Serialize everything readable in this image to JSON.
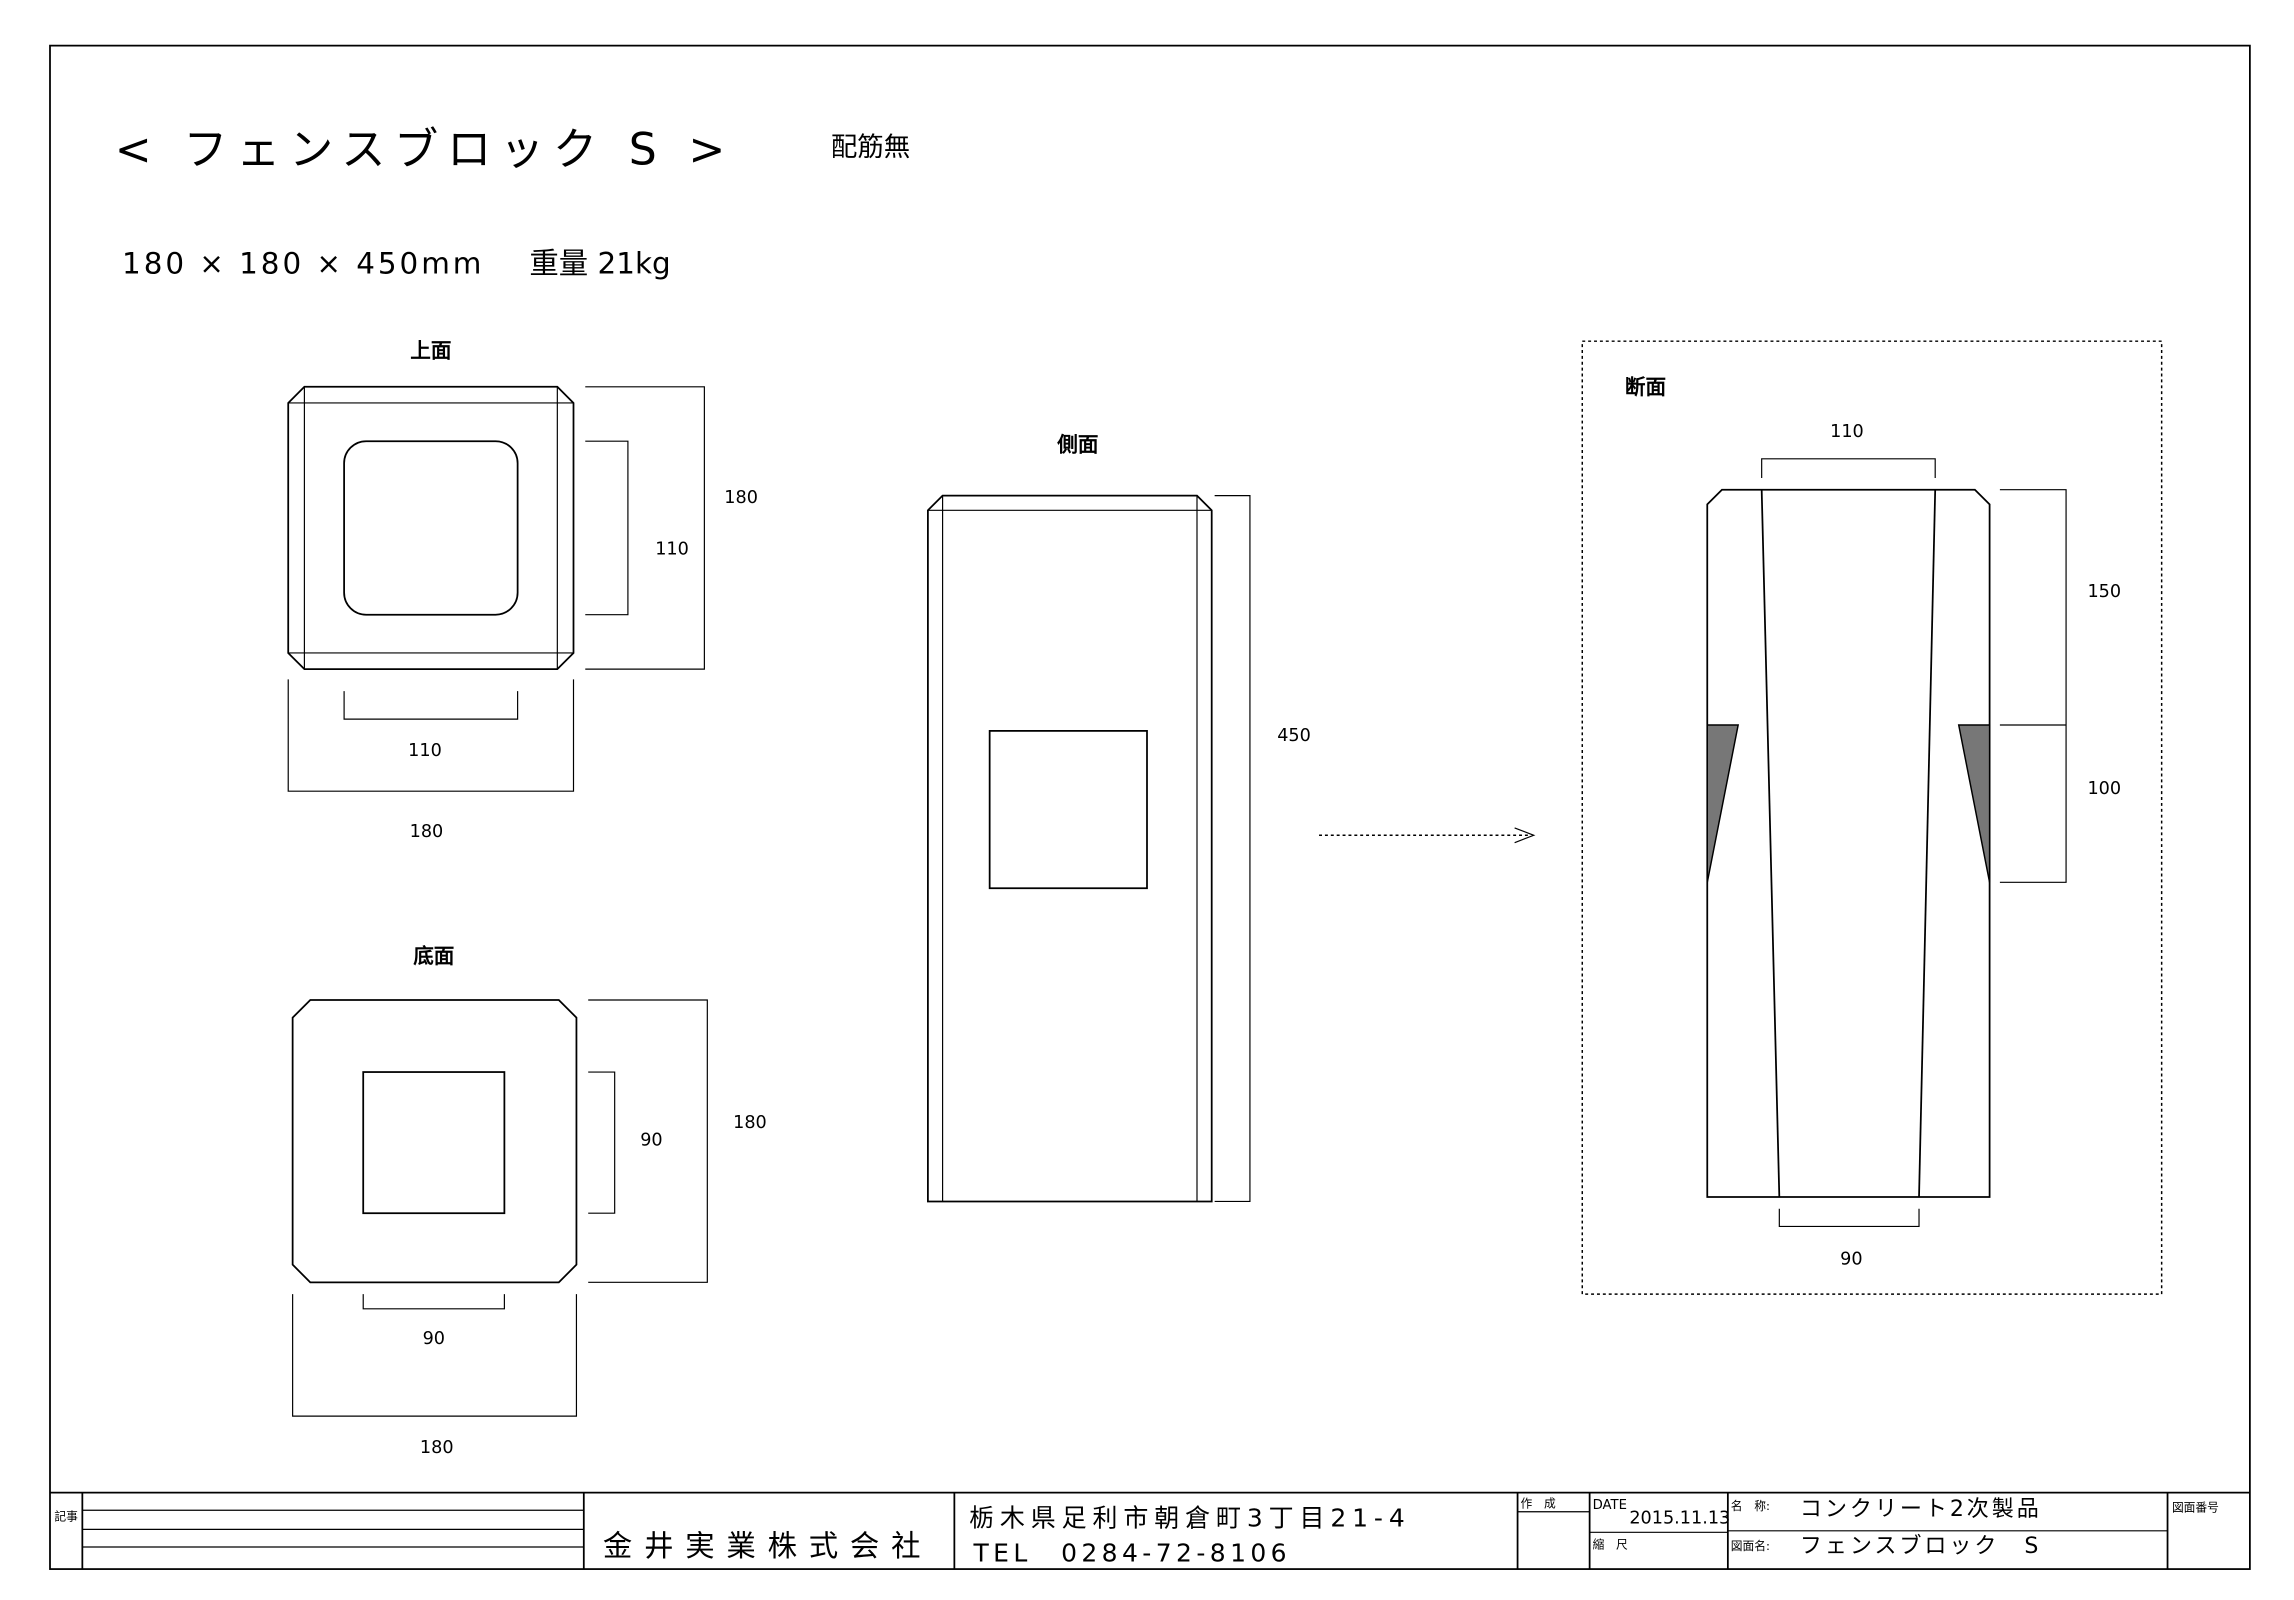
{
  "header": {
    "title": "< フェンスブロック S >",
    "note": "配筋無",
    "spec": "180 × 180 × 450mm",
    "weight": "重量 21kg"
  },
  "views": {
    "top": {
      "label": "上面",
      "dims": {
        "outer_v": "180",
        "inner_v": "110",
        "inner_h": "110",
        "outer_h": "180"
      }
    },
    "bottom": {
      "label": "底面",
      "dims": {
        "inner_v": "90",
        "outer_v": "180",
        "inner_h": "90",
        "outer_h": "180"
      }
    },
    "side": {
      "label": "側面",
      "dims": {
        "height": "450"
      }
    },
    "section": {
      "label": "断面",
      "dims": {
        "top": "110",
        "upper": "150",
        "lower": "100",
        "bottom": "90"
      }
    }
  },
  "title_block": {
    "notes_label": "記事",
    "company": "金井実業株式会社",
    "address": "栃木県足利市朝倉町3丁目21-4",
    "tel": "TEL　0284-72-8106",
    "made_label": "作　成",
    "date_label": "DATE",
    "date": "2015.11.13",
    "scale_label": "縮　尺",
    "name_label": "名　称:",
    "name": "コンクリート2次製品",
    "drawing_label": "図面名:",
    "drawing": "フェンスブロック　S",
    "number_label": "図面番号"
  }
}
